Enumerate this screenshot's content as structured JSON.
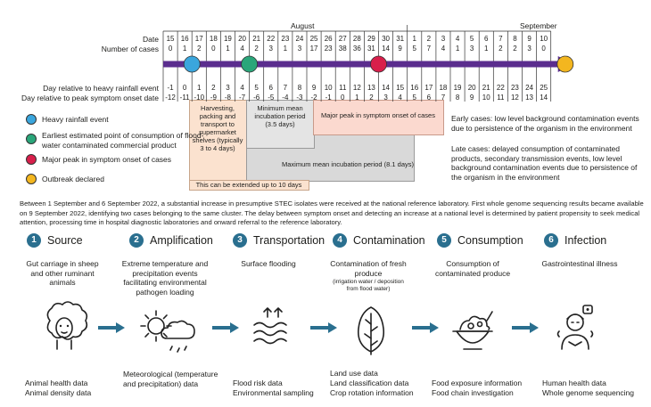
{
  "timeline": {
    "month_labels": {
      "august": "August",
      "september": "September"
    },
    "row_labels": {
      "date": "Date",
      "cases": "Number of cases",
      "rel_rain": "Day relative to heavy rainfall event",
      "rel_peak": "Day relative to peak symptom onset date"
    },
    "days": [
      {
        "date": "15",
        "cases": "0",
        "rain": "-1",
        "peak": "-12"
      },
      {
        "date": "16",
        "cases": "1",
        "rain": "0",
        "peak": "-11"
      },
      {
        "date": "17",
        "cases": "2",
        "rain": "1",
        "peak": "-10"
      },
      {
        "date": "18",
        "cases": "0",
        "rain": "2",
        "peak": "-9"
      },
      {
        "date": "19",
        "cases": "1",
        "rain": "3",
        "peak": "-8"
      },
      {
        "date": "20",
        "cases": "4",
        "rain": "4",
        "peak": "-7"
      },
      {
        "date": "21",
        "cases": "2",
        "rain": "5",
        "peak": "-6"
      },
      {
        "date": "22",
        "cases": "3",
        "rain": "6",
        "peak": "-5"
      },
      {
        "date": "23",
        "cases": "1",
        "rain": "7",
        "peak": "-4"
      },
      {
        "date": "24",
        "cases": "3",
        "rain": "8",
        "peak": "-3"
      },
      {
        "date": "25",
        "cases": "17",
        "rain": "9",
        "peak": "-2"
      },
      {
        "date": "26",
        "cases": "23",
        "rain": "10",
        "peak": "-1"
      },
      {
        "date": "27",
        "cases": "38",
        "rain": "11",
        "peak": "0"
      },
      {
        "date": "28",
        "cases": "36",
        "rain": "12",
        "peak": "1"
      },
      {
        "date": "29",
        "cases": "31",
        "rain": "13",
        "peak": "2"
      },
      {
        "date": "30",
        "cases": "14",
        "rain": "14",
        "peak": "3"
      },
      {
        "date": "31",
        "cases": "9",
        "rain": "15",
        "peak": "4"
      },
      {
        "date": "1",
        "cases": "5",
        "rain": "16",
        "peak": "5"
      },
      {
        "date": "2",
        "cases": "7",
        "rain": "17",
        "peak": "6"
      },
      {
        "date": "3",
        "cases": "4",
        "rain": "18",
        "peak": "7"
      },
      {
        "date": "4",
        "cases": "1",
        "rain": "19",
        "peak": "8"
      },
      {
        "date": "5",
        "cases": "3",
        "rain": "20",
        "peak": "9"
      },
      {
        "date": "6",
        "cases": "1",
        "rain": "21",
        "peak": "10"
      },
      {
        "date": "7",
        "cases": "2",
        "rain": "22",
        "peak": "11"
      },
      {
        "date": "8",
        "cases": "2",
        "rain": "23",
        "peak": "12"
      },
      {
        "date": "9",
        "cases": "3",
        "rain": "24",
        "peak": "13"
      },
      {
        "date": "10",
        "cases": "0",
        "rain": "25",
        "peak": "14"
      }
    ],
    "markers": [
      {
        "day_index": 2,
        "color": "#3aa6dd"
      },
      {
        "day_index": 6,
        "color": "#2aa67a"
      },
      {
        "day_index": 15,
        "color": "#d81f4b"
      },
      {
        "day_index": 28,
        "color": "#f3b61f"
      }
    ]
  },
  "legend": [
    {
      "color": "#3aa6dd",
      "label": "Heavy rainfall event"
    },
    {
      "color": "#2aa67a",
      "label": "Earliest estimated point of consumption of flood-water contaminated commercial product"
    },
    {
      "color": "#d81f4b",
      "label": "Major peak in symptom onset of cases"
    },
    {
      "color": "#f3b61f",
      "label": "Outbreak declared"
    }
  ],
  "annotations": {
    "harvest": "Harvesting, packing and transport to supermarket shelves (typically 3 to 4 days)",
    "extend": "This can be extended up to 10 days",
    "min_incubation": "Minimum mean incubation period (3.5 days)",
    "max_incubation": "Maximum mean incubation period (8.1 days)",
    "major_peak": "Major peak in symptom onset of cases",
    "early_cases": "Early cases: low level background contamination events due to persistence of the organism in the environment",
    "late_cases": "Late cases: delayed consumption of contaminated products, secondary transmission events, low level background contamination events due to persistence of the organism in the environment"
  },
  "paragraph": "Between 1 September and 6 September 2022, a substantial increase in presumptive STEC isolates were received at the national reference laboratory. First whole genome sequencing results became available on 9 September 2022, identifying two cases belonging to the same cluster. The delay between symptom onset and detecting an increase at a national level is determined by patient propensity to seek medical attention, processing time in hospital diagnostic laboratories and onward referral to the reference laboratory.",
  "stages": [
    {
      "num": "1",
      "title": "Source",
      "desc": "Gut carriage in sheep and other ruminant animals",
      "note": "",
      "data1": "Animal health data",
      "data2": "Animal density data",
      "data3": "",
      "icon": "sheep-icon"
    },
    {
      "num": "2",
      "title": "Amplification",
      "desc": "Extreme temperature and precipitation events facilitating environmental pathogen loading",
      "note": "",
      "data1": "Meteorological (temperature and precipitation) data",
      "data2": "",
      "data3": "",
      "icon": "weather-icon"
    },
    {
      "num": "3",
      "title": "Transportation",
      "desc": "Surface flooding",
      "note": "",
      "data1": "Flood risk data",
      "data2": "Environmental sampling",
      "data3": "",
      "icon": "flood-icon"
    },
    {
      "num": "4",
      "title": "Contamination",
      "desc": "Contamination of fresh produce",
      "note": "(irrigation water / deposition from flood water)",
      "data1": "Land use data",
      "data2": "Land classification data",
      "data3": "Crop rotation information",
      "icon": "leaf-icon"
    },
    {
      "num": "5",
      "title": "Consumption",
      "desc": "Consumption of contaminated produce",
      "note": "",
      "data1": "Food exposure information",
      "data2": "Food chain investigation",
      "data3": "",
      "icon": "salad-bowl-icon"
    },
    {
      "num": "6",
      "title": "Infection",
      "desc": "Gastrointestinal illness",
      "note": "",
      "data1": "Human health data",
      "data2": "Whole genome sequencing",
      "data3": "",
      "icon": "sick-person-icon"
    }
  ],
  "colors": {
    "arrow": "#5b2d8e",
    "flow_arrow": "#2a6f8f",
    "stage_num": "#2a6f8f",
    "harvest_fill": "#fbe2cf",
    "min_fill": "#e4e4e4",
    "max_fill": "#d9d9d9",
    "peak_fill": "#fbd9cf"
  }
}
